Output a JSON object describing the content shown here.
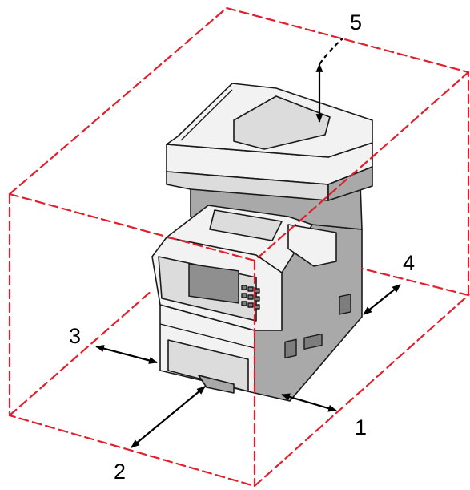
{
  "callouts": {
    "c1": "1",
    "c2": "2",
    "c3": "3",
    "c4": "4",
    "c5": "5"
  },
  "colors": {
    "clearance_line": "#e0202e",
    "arrow": "#000000"
  }
}
